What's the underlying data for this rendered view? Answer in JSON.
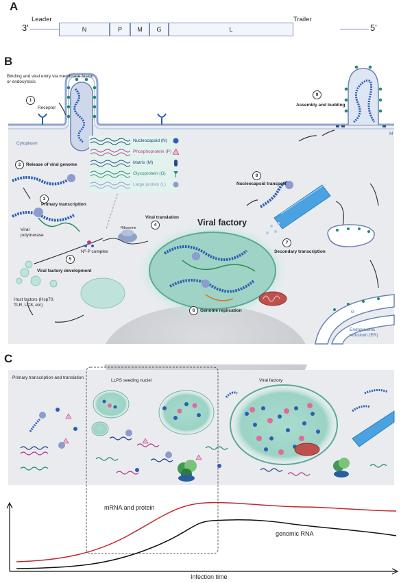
{
  "panelA": {
    "label": "A",
    "three_prime": "3'",
    "five_prime": "5'",
    "leader": "Leader",
    "trailer": "Trailer",
    "genes": [
      "N",
      "P",
      "M",
      "G",
      "L"
    ]
  },
  "panelB": {
    "label": "B",
    "entry": "Binding and viral entry via membrane fusion or endocytosis",
    "receptor": "Receptor",
    "cytoplasm": "Cytoplasm",
    "release": "Release of viral genome",
    "primary_transcription": "Primary transcription",
    "viral_polymerase": "Viral polymerase",
    "ribosome": "Ribosome",
    "viral_translation": "Viral  translation",
    "n0p_complex": "N⁰-P complex",
    "viral_factory_development": "Viral factory development",
    "host_factors": "Host factors (Hsp70, TLR, LC8, etc)",
    "viral_factory": "Viral factory",
    "genome_replication": "Genome replication",
    "secondary_transcription": "Secondary transcription",
    "nucleocapsid_transport": "Nucleocapsid transport",
    "assembly_budding": "Assembly and budding",
    "er": "Endoplasmic reticulum (ER)",
    "g_label": "G",
    "m_label": "M",
    "steps": [
      "1",
      "2",
      "3",
      "4",
      "5",
      "6",
      "7",
      "8",
      "9"
    ],
    "legend": [
      {
        "label": "Nucleocapsid (N)",
        "color": "#1f3f7a"
      },
      {
        "label": "Phosphoprotein (P)",
        "color": "#b03a8c"
      },
      {
        "label": "Matrix (M)",
        "color": "#2c4a8a"
      },
      {
        "label": "Glycoprotein (G)",
        "color": "#1f8a6e"
      },
      {
        "label": "Large protein (L)",
        "color": "#8c9bd0"
      }
    ]
  },
  "panelC": {
    "label": "C",
    "primary": "Primary transcription and translation",
    "llps": "LLPS seeding nuclei",
    "viral_factory": "Viral factory",
    "curve_protein": "mRNA  and protein",
    "curve_genome": "genomic RNA",
    "xaxis": "Infection time"
  },
  "colors": {
    "membrane": "#8ea6cf",
    "cytoplasm": "#e9ebef",
    "factory": "#a7d8cc",
    "red_curve": "#c0282c",
    "black_curve": "#111111"
  }
}
